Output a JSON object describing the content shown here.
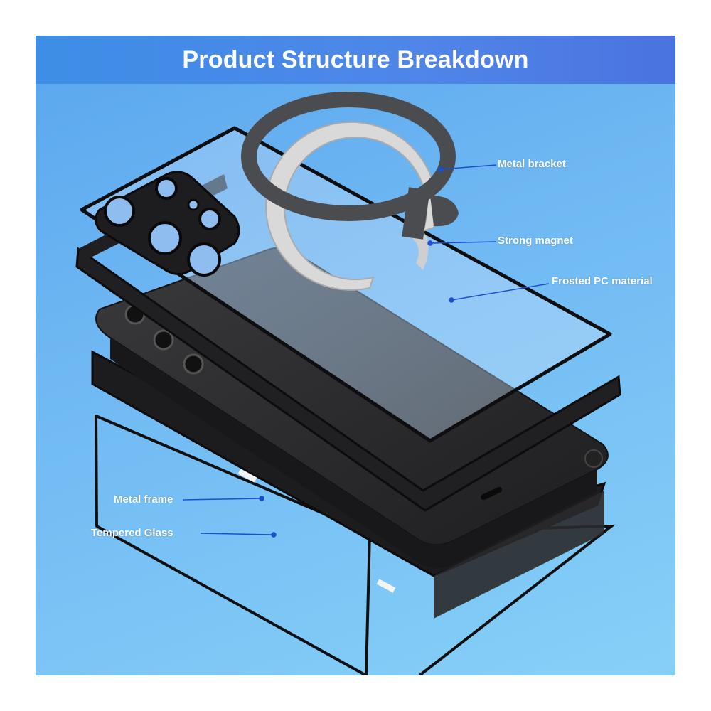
{
  "banner": {
    "title": "Product Structure Breakdown"
  },
  "labels": {
    "metal_bracket": "Metal bracket",
    "strong_magnet": "Strong magnet",
    "frosted_pc": "Frosted PC material",
    "metal_frame": "Metal frame",
    "tempered_glass": "Tempered Glass"
  },
  "colors": {
    "banner_blue": "#4a86e8",
    "background_blue": "#6fb8f3",
    "leader_line": "#1a4fd0",
    "phone_body": "#2b2b2d",
    "bracket_gray": "#4a4c50",
    "magnet_silver": "#d9d9d9"
  }
}
